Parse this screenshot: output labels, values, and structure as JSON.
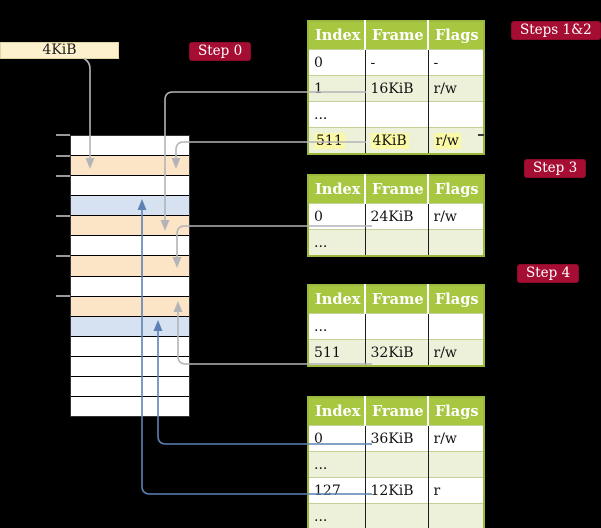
{
  "colors": {
    "background": "#000000",
    "table_header_green": "#a6c73f",
    "table_row_green": "#edf1da",
    "table_border_sage": "#9bb83c",
    "row_separator": "#c3d199",
    "highlight_yellow": "#fcf9a6",
    "badge_red": "#a60d33",
    "badge_border": "#8c0b2b",
    "memory_peach": "#fce4c6",
    "memory_blue": "#d6e2f2",
    "cream_box": "#fcf0cd",
    "cream_box_border": "#e3d4a4",
    "arrow_gray": "#b4b4b8",
    "arrow_blue": "#5d81b4",
    "tick_gray": "#999999"
  },
  "frame_size_box": {
    "label": "4KiB"
  },
  "badges": {
    "step0": "Step 0",
    "steps12": "Steps 1&2",
    "step3": "Step 3",
    "step4": "Step 4"
  },
  "memory": {
    "rows": [
      "white",
      "peach",
      "white",
      "blue",
      "peach",
      "white",
      "peach",
      "white",
      "peach",
      "blue",
      "white",
      "white",
      "white",
      "white"
    ]
  },
  "tables": {
    "headers": [
      "Index",
      "Frame",
      "Flags"
    ],
    "t1_rows": [
      [
        "0",
        "-",
        "-"
      ],
      [
        "1",
        "16KiB",
        "r/w"
      ],
      [
        "...",
        "",
        ""
      ],
      [
        "511",
        "4KiB",
        "r/w"
      ]
    ],
    "t2_rows": [
      [
        "0",
        "24KiB",
        "r/w"
      ],
      [
        "...",
        "",
        ""
      ]
    ],
    "t3_rows": [
      [
        "...",
        "",
        ""
      ],
      [
        "511",
        "32KiB",
        "r/w"
      ]
    ],
    "t4_rows": [
      [
        "0",
        "36KiB",
        "r/w"
      ],
      [
        "...",
        "",
        ""
      ],
      [
        "127",
        "12KiB",
        "r"
      ],
      [
        "...",
        "",
        ""
      ]
    ]
  },
  "connections": [
    {
      "from": "frame-size-box 4KiB",
      "to": "memory frame 4KiB (row 2)",
      "color": "gray",
      "direction": "down"
    },
    {
      "from": "table-1 entry 1 -> 16KiB",
      "to": "memory frame 16KiB (row 5)",
      "color": "gray",
      "direction": "down"
    },
    {
      "from": "table-1 entry 511 -> 4KiB",
      "to": "memory frame 4KiB (row 2)",
      "color": "gray",
      "direction": "down"
    },
    {
      "from": "table-2 entry 0 -> 24KiB",
      "to": "memory frame 24KiB (row 7)",
      "color": "gray",
      "direction": "down"
    },
    {
      "from": "table-3 entry 511 -> 32KiB",
      "to": "memory frame 32KiB (row 9)",
      "color": "gray",
      "direction": "up"
    },
    {
      "from": "table-4 entry 0 -> 36KiB",
      "to": "memory frame 36KiB (row 10)",
      "color": "blue",
      "direction": "up"
    },
    {
      "from": "table-4 entry 127 -> 12KiB",
      "to": "memory frame 12KiB (row 4)",
      "color": "blue",
      "direction": "up"
    }
  ]
}
